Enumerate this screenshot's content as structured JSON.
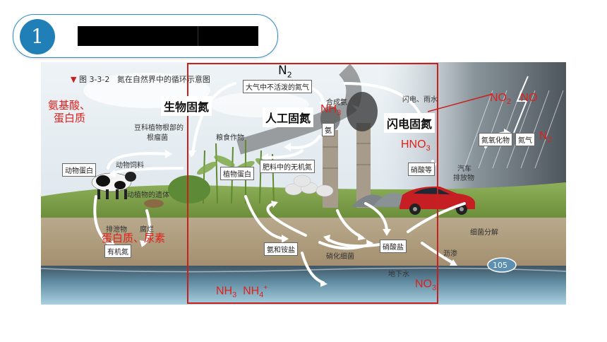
{
  "header": {
    "number": "1",
    "title_redacted": ""
  },
  "figure": {
    "caption_num": "图 3-3-2",
    "caption_text": "氮在自然界中的循环示意图",
    "page_number": "105",
    "boxes": {
      "atmosphere": "大气中不活泼的氮气",
      "animal_protein": "动物蛋白",
      "plant_protein": "植物蛋白",
      "fertilizer": "肥料中的无机氮",
      "ammonia": "氨",
      "nitrate_etc": "硝酸等",
      "nox": "氮氧化物",
      "n2_gas": "氮气",
      "organic_n": "有机氮",
      "ammonium": "氨和铵盐",
      "nitrate": "硝酸盐"
    },
    "bold_labels": {
      "bio": "生物固氮",
      "artificial": "人工固氮",
      "lightning": "闪电固氮"
    },
    "small_labels": {
      "synth_ammonia": "合成氨",
      "lightning_rain": "闪电、雨水",
      "legume": "豆科植物根部的",
      "nodule": "根瘤菌",
      "grain": "粮食作物",
      "feed": "动物饲料",
      "remains": "动植物的遗体",
      "excreta": "排泄物",
      "decay": "腐烂",
      "car1": "汽车",
      "car2": "排放物",
      "nitrifying": "硝化细菌",
      "groundwater": "地下水",
      "leach": "沥渗",
      "decompose": "细菌分解"
    },
    "red_labels": {
      "n2_top": "N2",
      "amino": "氨基酸、",
      "protein": "蛋白质",
      "nh3": "NH3",
      "no2_no": "NO2   NO",
      "n2_right": "N2",
      "hno3": "HNO3",
      "protein_urea": "蛋白质、尿素",
      "nh3_nh4": "NH3  NH4+",
      "no3": "NO3-"
    }
  },
  "colors": {
    "accent": "#1f7fb6",
    "highlight_frame": "#c8201c",
    "annotation": "#e0201c"
  }
}
